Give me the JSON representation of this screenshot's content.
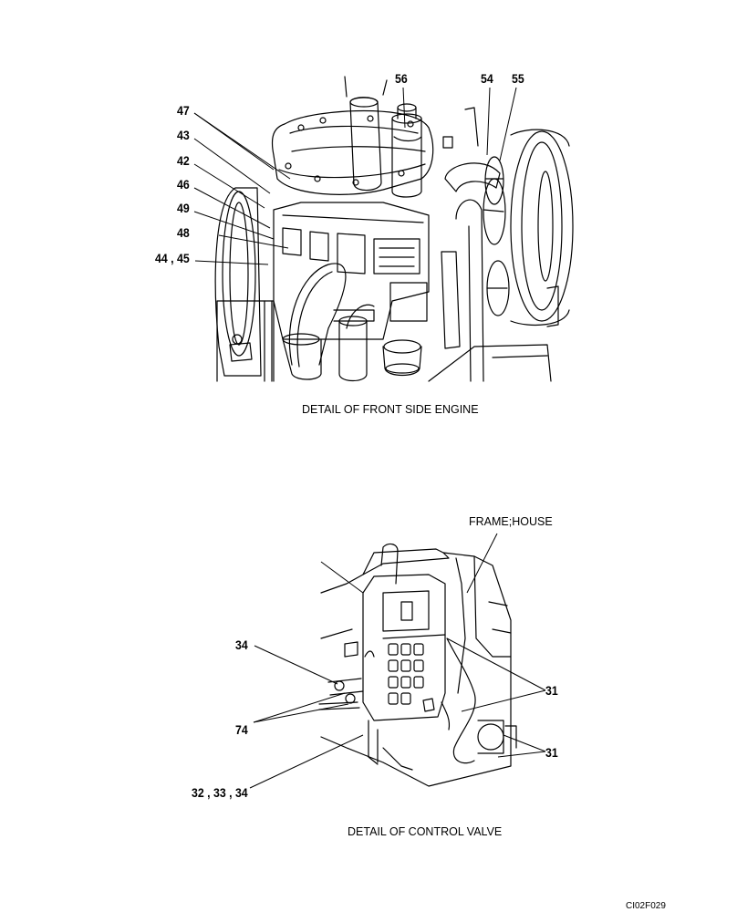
{
  "top_figure": {
    "caption": "DETAIL OF FRONT SIDE ENGINE",
    "callouts": {
      "c47": "47",
      "c43": "43",
      "c42": "42",
      "c46": "46",
      "c49": "49",
      "c48": "48",
      "c4445": "44 , 45",
      "c56": "56",
      "c54": "54",
      "c55": "55"
    }
  },
  "bottom_figure": {
    "caption": "DETAIL OF CONTROL VALVE",
    "frame_label": "FRAME;HOUSE",
    "callouts": {
      "c34": "34",
      "c74": "74",
      "c323334": "32 , 33 , 34",
      "c31a": "31",
      "c31b": "31"
    }
  },
  "drawing_code": "CI02F029"
}
